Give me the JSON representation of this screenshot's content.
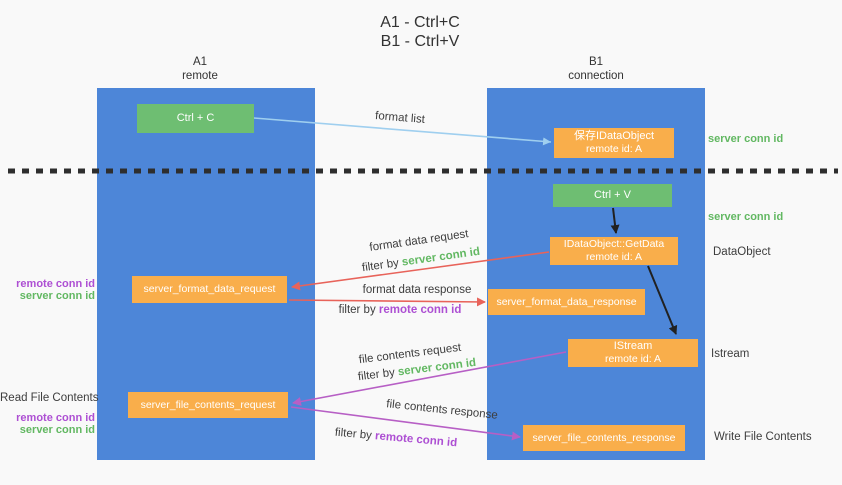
{
  "title": {
    "line1": "A1 - Ctrl+C",
    "line2": "B1 - Ctrl+V"
  },
  "columns": {
    "left": {
      "name": "A1",
      "subtitle": "remote"
    },
    "right": {
      "name": "B1",
      "subtitle": "connection"
    }
  },
  "boxes": {
    "ctrl_c": "Ctrl + C",
    "ctrl_v": "Ctrl + V",
    "save_dataobject_line1": "保存IDataObject",
    "save_dataobject_line2": "remote id: A",
    "getdata_line1": "IDataObject::GetData",
    "getdata_line2": "remote id: A",
    "istream_line1": "IStream",
    "istream_line2": "remote id: A",
    "format_request": "server_format_data_request",
    "format_response": "server_format_data_response",
    "file_request": "server_file_contents_request",
    "file_response": "server_file_contents_response"
  },
  "labels": {
    "server_conn_id": "server conn id",
    "remote_conn_id": "remote conn id",
    "filter_by": "filter by",
    "dataobject": "DataObject",
    "istream": "Istream",
    "read_file_contents": "Read File Contents",
    "write_file_contents": "Write File Contents",
    "format_list": "format list",
    "format_data_request": "format data request",
    "format_data_response": "format data response",
    "file_contents_request": "file contents request",
    "file_contents_response": "file contents response"
  },
  "colors": {
    "column_blue": "#4d86d8",
    "box_green": "#6ebe72",
    "box_orange": "#f9ae4b",
    "arrow_lightblue": "#9fcfef",
    "arrow_red": "#e8635a",
    "arrow_purple": "#b75fc5",
    "arrow_black": "#212121",
    "text_green": "#62b862",
    "text_purple": "#ad4fd3",
    "text_dark": "#3d3d3d",
    "dashed_line": "#2e2e2e"
  }
}
